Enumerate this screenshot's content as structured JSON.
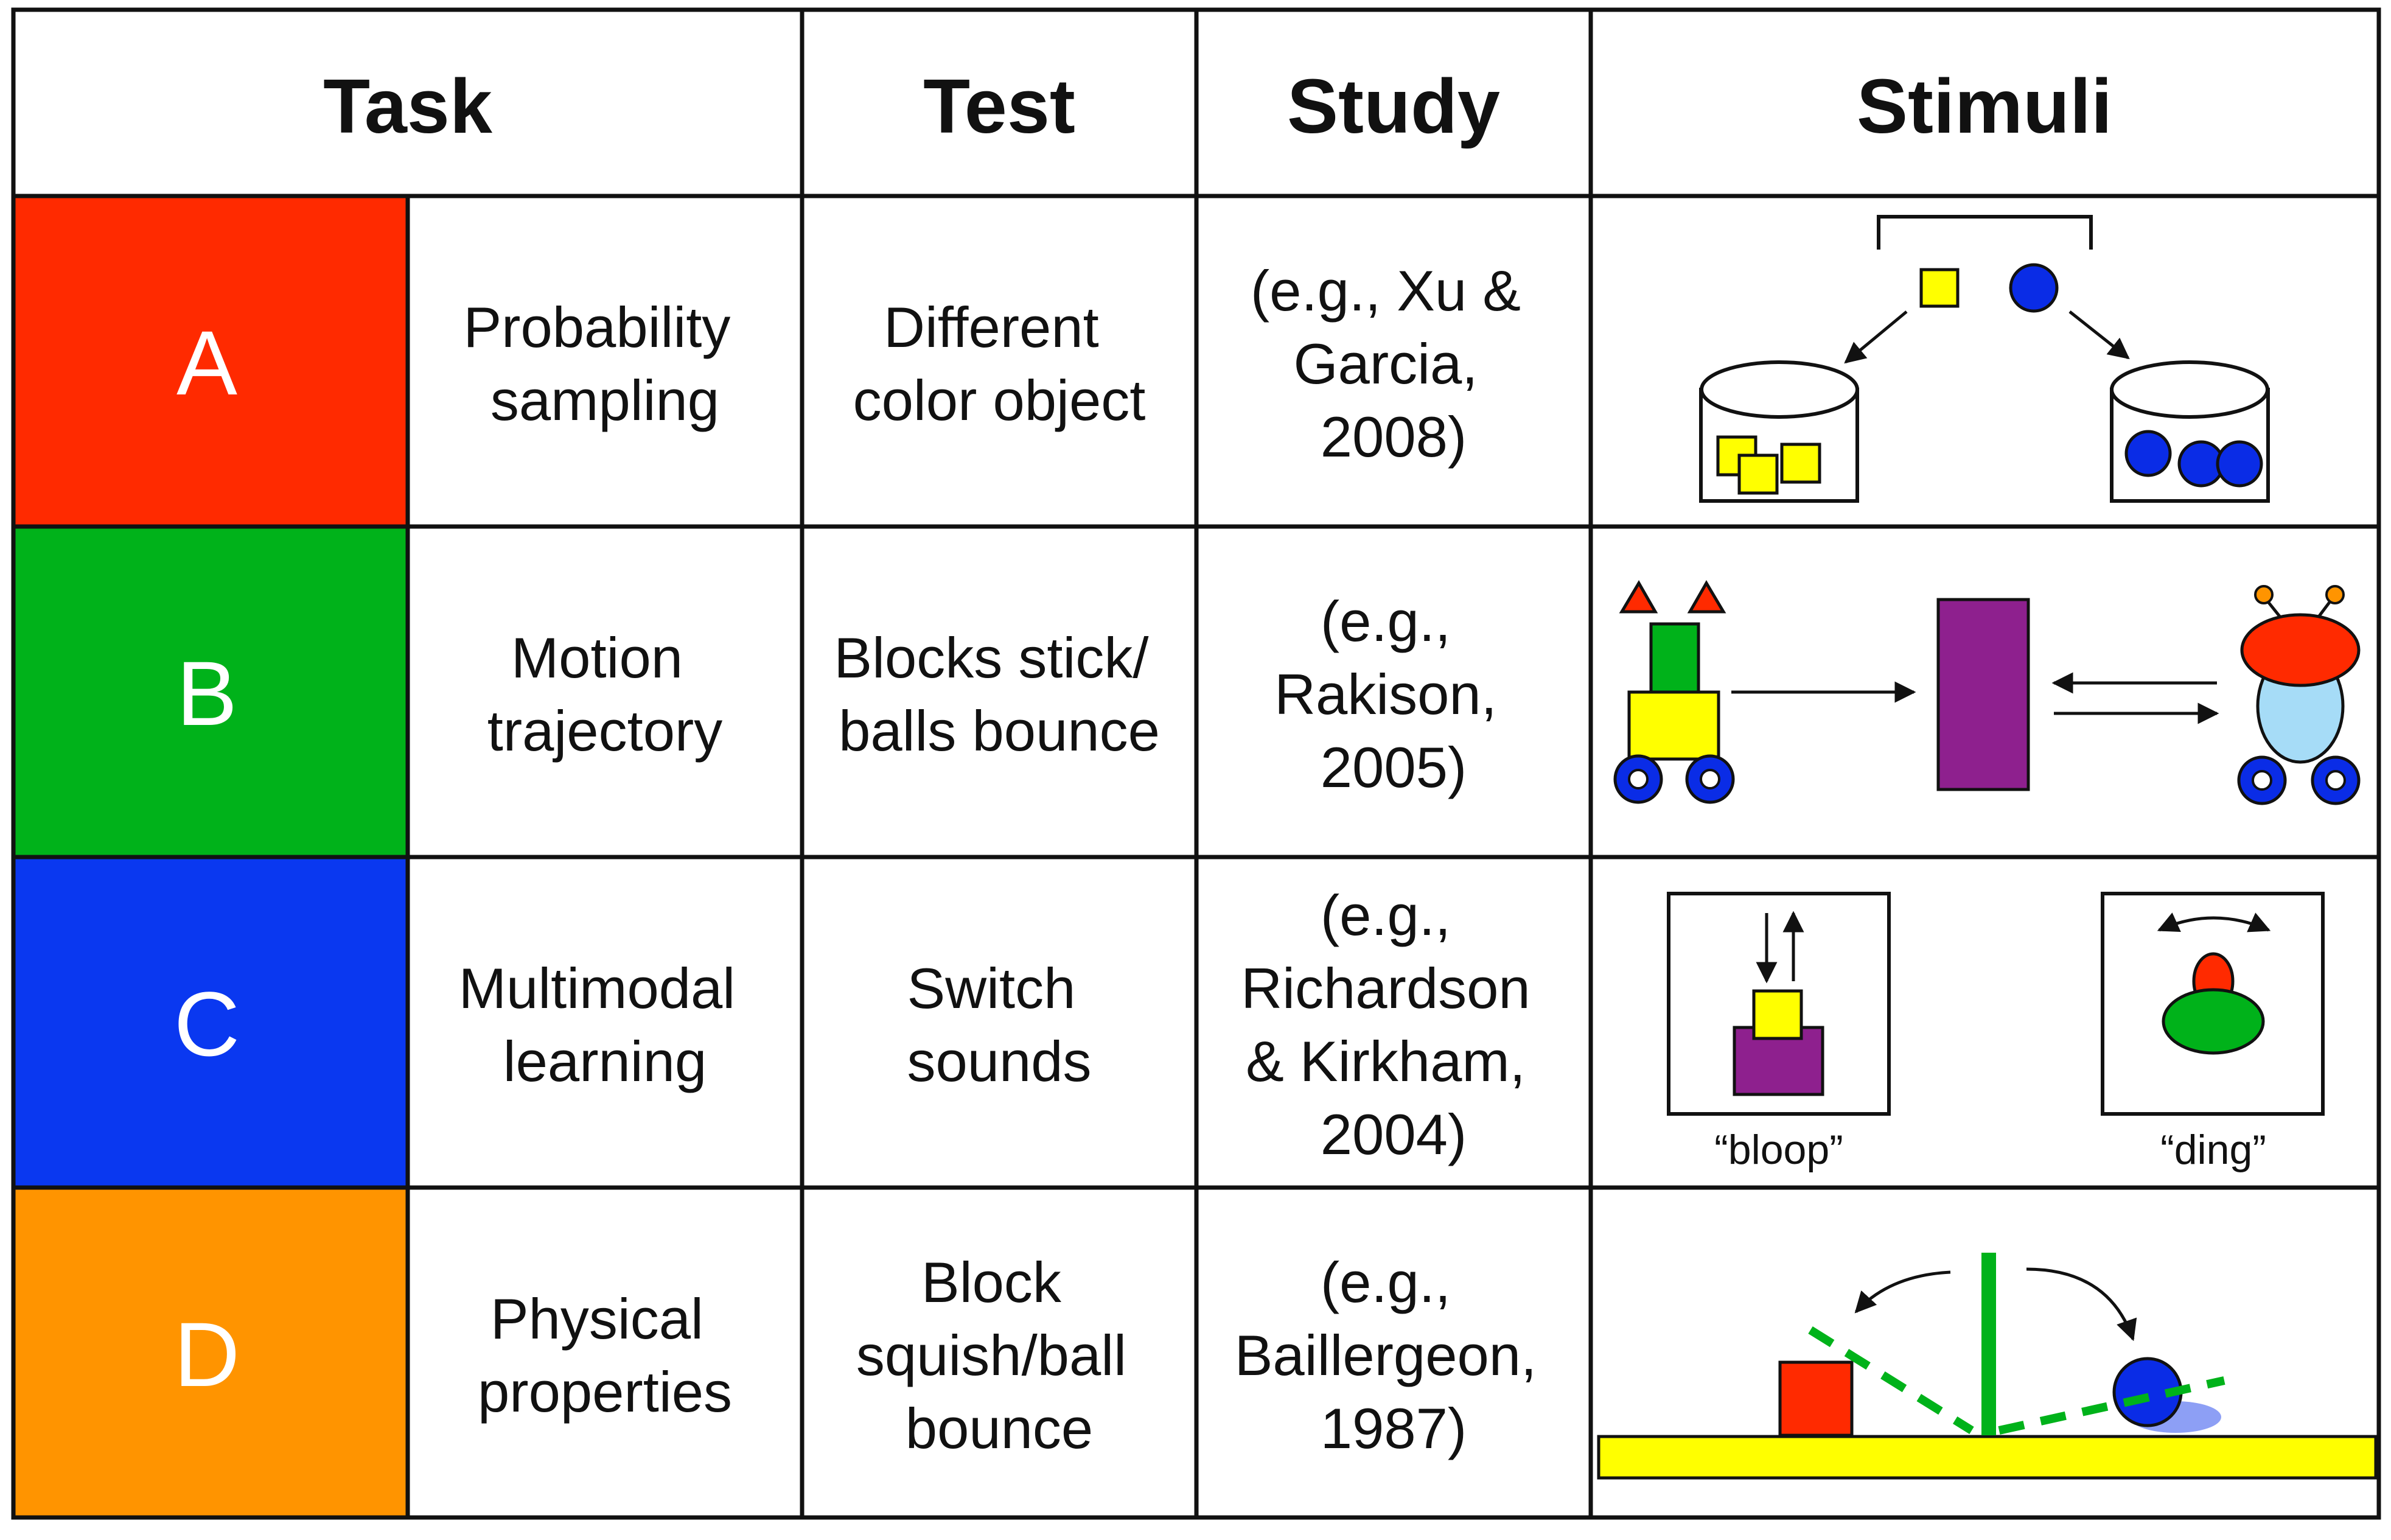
{
  "header": {
    "task": "Task",
    "test": "Test",
    "study": "Study",
    "stimuli": "Stimuli"
  },
  "rows": [
    {
      "letter": "A",
      "color": "#ff2a00",
      "task": [
        "Probability",
        "sampling"
      ],
      "test": [
        "Different",
        "color object"
      ],
      "study": [
        "(e.g., Xu &",
        "Garcia,",
        "2008)"
      ]
    },
    {
      "letter": "B",
      "color": "#00b21a",
      "task": [
        "Motion",
        "trajectory"
      ],
      "test": [
        "Blocks stick/",
        "balls bounce"
      ],
      "study": [
        "(e.g.,",
        "Rakison,",
        "2005)"
      ]
    },
    {
      "letter": "C",
      "color": "#0a38f0",
      "task": [
        "Multimodal",
        "learning"
      ],
      "test": [
        "Switch",
        "sounds"
      ],
      "study": [
        "(e.g.,",
        "Richardson",
        "& Kirkham,",
        "2004)"
      ]
    },
    {
      "letter": "D",
      "color": "#ff9400",
      "task": [
        "Physical",
        "properties"
      ],
      "test": [
        "Block",
        "squish/ball",
        "bounce"
      ],
      "study": [
        "(e.g.,",
        "Baillergeon,",
        "1987)"
      ]
    }
  ],
  "stimuli": {
    "c_sound_left": "“bloop”",
    "c_sound_right": "“ding”"
  },
  "colors": {
    "yellow": "#ffff00",
    "blue": "#0a2ce6",
    "green": "#00b21a",
    "purple": "#8e208e",
    "red": "#ff2a00",
    "light_blue": "#a6dcf7",
    "grid": "#111111"
  }
}
